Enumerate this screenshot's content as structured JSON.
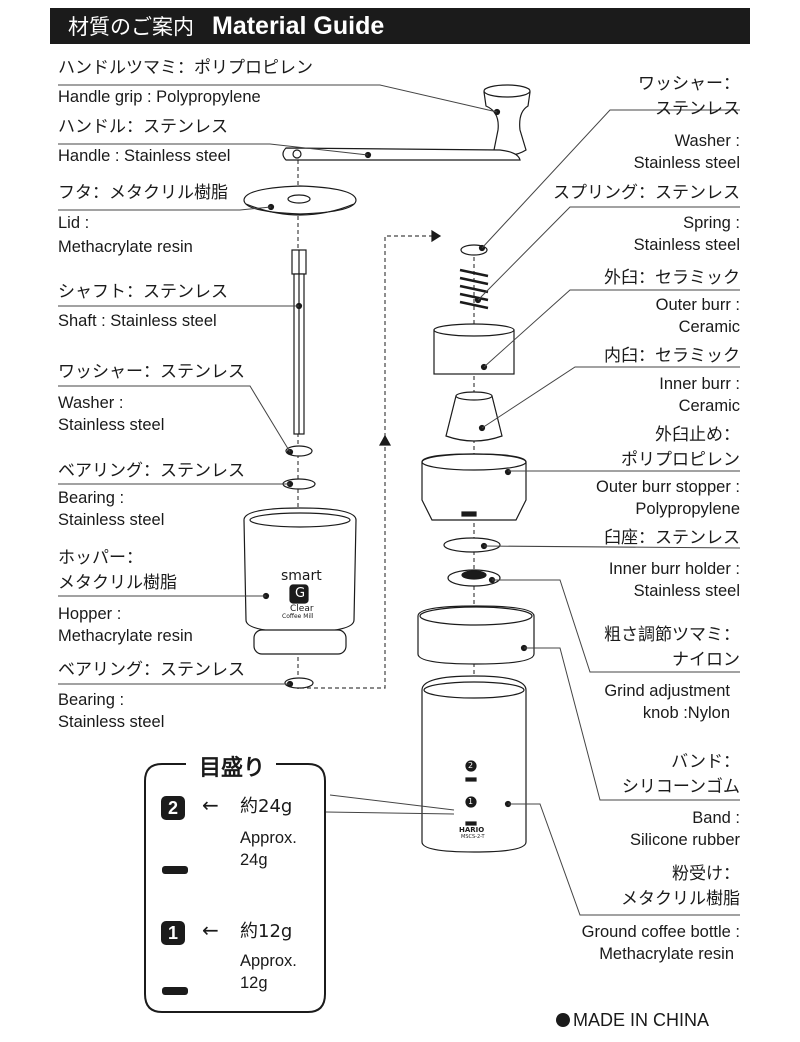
{
  "header": {
    "title_jp": "材質のご案内",
    "title_en": "Material Guide"
  },
  "left_parts": [
    {
      "jp": "ハンドルツマミ：ポリプロピレン",
      "en": "Handle grip : Polypropylene"
    },
    {
      "jp": "ハンドル：ステンレス",
      "en": "Handle : Stainless steel"
    },
    {
      "jp": "フタ：メタクリル樹脂",
      "en1": "Lid :",
      "en2": "Methacrylate resin"
    },
    {
      "jp": "シャフト：ステンレス",
      "en": "Shaft : Stainless steel"
    },
    {
      "jp": "ワッシャー：ステンレス",
      "en1": "Washer :",
      "en2": "Stainless steel"
    },
    {
      "jp": "ベアリング：ステンレス",
      "en1": "Bearing :",
      "en2": "Stainless steel"
    },
    {
      "jp1": "ホッパー：",
      "jp2": "メタクリル樹脂",
      "en1": "Hopper :",
      "en2": "Methacrylate resin"
    },
    {
      "jp": "ベアリング：ステンレス",
      "en1": "Bearing :",
      "en2": "Stainless steel"
    }
  ],
  "right_parts": [
    {
      "jp1": "ワッシャー：",
      "jp2": "ステンレス",
      "en1": "Washer :",
      "en2": "Stainless steel"
    },
    {
      "jp": "スプリング：ステンレス",
      "en1": "Spring :",
      "en2": "Stainless steel"
    },
    {
      "jp": "外臼：セラミック",
      "en1": "Outer burr :",
      "en2": "Ceramic"
    },
    {
      "jp": "内臼：セラミック",
      "en1": "Inner burr :",
      "en2": "Ceramic"
    },
    {
      "jp1": "外臼止め：",
      "jp2": "ポリプロピレン",
      "en1": "Outer burr stopper :",
      "en2": "Polypropylene"
    },
    {
      "jp": "臼座：ステンレス",
      "en1": "Inner burr holder :",
      "en2": "Stainless steel"
    },
    {
      "jp1": "粗さ調節ツマミ：",
      "jp2": "ナイロン",
      "en1": "Grind adjustment",
      "en2": "knob :Nylon"
    },
    {
      "jp1": "バンド：",
      "jp2": "シリコーンゴム",
      "en1": "Band :",
      "en2": "Silicone rubber"
    },
    {
      "jp1": "粉受け：",
      "jp2": "メタクリル樹脂",
      "en1": "Ground coffee bottle :",
      "en2": "Methacrylate resin"
    }
  ],
  "scale": {
    "title": "目盛り",
    "marks": [
      {
        "badge": "2",
        "jp": "約24g",
        "en1": "Approx.",
        "en2": "24g"
      },
      {
        "badge": "1",
        "jp": "約12g",
        "en1": "Approx.",
        "en2": "12g"
      }
    ],
    "arrow": "←"
  },
  "product": {
    "hopper_brand": "smart",
    "hopper_logo": "G",
    "hopper_sub1": "Clear",
    "hopper_sub2": "Coffee Mill",
    "bottle_brand": "HARIO",
    "bottle_model": "MSCS-2-T",
    "bottle_mark2": "2",
    "bottle_mark1": "1"
  },
  "footer": {
    "made_in": "MADE IN CHINA"
  }
}
